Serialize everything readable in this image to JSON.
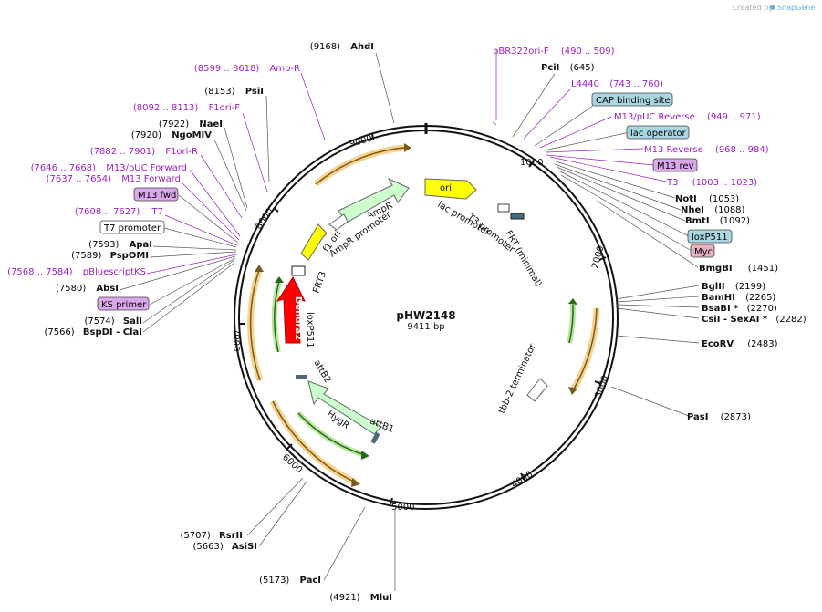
{
  "credit": {
    "text": "Created by",
    "brand": "SnapGene"
  },
  "plasmid": {
    "name": "pHW2148",
    "size_label": "9411 bp"
  },
  "ticks": [
    {
      "label": "1000"
    },
    {
      "label": "2000"
    },
    {
      "label": "3000"
    },
    {
      "label": "4000"
    },
    {
      "label": "5000"
    },
    {
      "label": "6000"
    },
    {
      "label": "7000"
    },
    {
      "label": "8000"
    },
    {
      "label": "9000"
    }
  ],
  "right_labels": [
    {
      "kind": "primer",
      "range": "(490 .. 509)",
      "name": "pBR322ori-F"
    },
    {
      "kind": "enzyme",
      "name": "PciI",
      "pos": "(645)"
    },
    {
      "kind": "primer",
      "range": "(743 .. 760)",
      "name": "L4440"
    },
    {
      "kind": "box",
      "name": "CAP binding site",
      "color": "#a9d6e0"
    },
    {
      "kind": "primer",
      "range": "(949 .. 971)",
      "name": "M13/pUC Reverse"
    },
    {
      "kind": "box",
      "name": "lac operator",
      "color": "#a9d6e0"
    },
    {
      "kind": "primer",
      "range": "(968 .. 984)",
      "name": "M13 Reverse"
    },
    {
      "kind": "box",
      "name": "M13 rev",
      "color": "#d9a8ec"
    },
    {
      "kind": "primer",
      "range": "(1003 .. 1023)",
      "name": "T3"
    },
    {
      "kind": "enzyme",
      "name": "NotI",
      "pos": "(1053)"
    },
    {
      "kind": "enzyme",
      "name": "NheI",
      "pos": "(1088)"
    },
    {
      "kind": "enzyme",
      "name": "BmtI",
      "pos": "(1092)"
    },
    {
      "kind": "box",
      "name": "loxP511",
      "color": "#a9d6e0"
    },
    {
      "kind": "box",
      "name": "Myc",
      "color": "#e8b0c0"
    },
    {
      "kind": "enzyme",
      "name": "BmgBI",
      "pos": "(1451)"
    },
    {
      "kind": "enzyme",
      "name": "BglII",
      "pos": "(2199)"
    },
    {
      "kind": "enzyme",
      "name": "BamHI",
      "pos": "(2265)"
    },
    {
      "kind": "enzyme",
      "name": "BsaBI *",
      "pos": "(2270)"
    },
    {
      "kind": "enzyme",
      "name": "CsiI - SexAI *",
      "pos": "(2282)"
    },
    {
      "kind": "enzyme",
      "name": "EcoRV",
      "pos": "(2483)"
    },
    {
      "kind": "enzyme",
      "name": "PasI",
      "pos": "(2873)"
    }
  ],
  "left_labels": [
    {
      "kind": "enzyme",
      "name": "AhdI",
      "pos": "(9168)"
    },
    {
      "kind": "primer",
      "range": "(8599 .. 8618)",
      "name": "Amp-R"
    },
    {
      "kind": "enzyme",
      "name": "PsiI",
      "pos": "(8153)"
    },
    {
      "kind": "primer",
      "range": "(8092 .. 8113)",
      "name": "F1ori-F"
    },
    {
      "kind": "enzyme",
      "name": "NaeI",
      "pos": "(7922)"
    },
    {
      "kind": "enzyme",
      "name": "NgoMIV",
      "pos": "(7920)"
    },
    {
      "kind": "primer",
      "range": "(7882 .. 7901)",
      "name": "F1ori-R"
    },
    {
      "kind": "primer",
      "range": "(7646 .. 7668)",
      "name": "M13/pUC Forward"
    },
    {
      "kind": "primer",
      "range": "(7637 .. 7654)",
      "name": "M13 Forward"
    },
    {
      "kind": "box",
      "name": "M13 fwd",
      "color": "#d9a8ec"
    },
    {
      "kind": "primer",
      "range": "(7608 .. 7627)",
      "name": "T7"
    },
    {
      "kind": "box",
      "name": "T7 promoter",
      "color": "#ffffff"
    },
    {
      "kind": "enzyme",
      "name": "ApaI",
      "pos": "(7593)"
    },
    {
      "kind": "enzyme",
      "name": "PspOMI",
      "pos": "(7589)"
    },
    {
      "kind": "primer",
      "range": "(7568 .. 7584)",
      "name": "pBluescriptKS"
    },
    {
      "kind": "enzyme",
      "name": "AbsI",
      "pos": "(7580)"
    },
    {
      "kind": "box",
      "name": "KS primer",
      "color": "#d9a8ec"
    },
    {
      "kind": "enzyme",
      "name": "SalI",
      "pos": "(7574)"
    },
    {
      "kind": "enzyme",
      "name": "BspDI - ClaI",
      "pos": "(7566)"
    }
  ],
  "bottom_labels": [
    {
      "kind": "enzyme",
      "name": "RsrII",
      "pos": "(5707)"
    },
    {
      "kind": "enzyme",
      "name": "AsiSI",
      "pos": "(5663)"
    },
    {
      "kind": "enzyme",
      "name": "PacI",
      "pos": "(5173)"
    },
    {
      "kind": "enzyme",
      "name": "MluI",
      "pos": "(4921)"
    }
  ],
  "features": [
    {
      "name": "ori",
      "color": "#ffff00"
    },
    {
      "name": "AmpR",
      "color": "#ccffcc"
    },
    {
      "name": "AmpR promoter",
      "color": "#ffffff"
    },
    {
      "name": "f1 ori",
      "color": "#ffff00"
    },
    {
      "name": "lac promoter",
      "color": "#ffffff"
    },
    {
      "name": "T3 promoter",
      "color": "#ffffff"
    },
    {
      "name": "FRT (minimal)",
      "color": "#ffffff"
    },
    {
      "name": "FRT3",
      "color": "#ffffff"
    },
    {
      "name": "loxP511",
      "color": "#ffffff"
    },
    {
      "name": "Dendra2",
      "color": "#ff0000"
    },
    {
      "name": "attB2",
      "color": "#ffffff"
    },
    {
      "name": "HygR",
      "color": "#ccffcc"
    },
    {
      "name": "attB1",
      "color": "#ffffff"
    },
    {
      "name": "tbb-2 terminator",
      "color": "#ffffff"
    }
  ],
  "colors": {
    "backbone": "#111111",
    "primer": "#9b1fc4",
    "orf_orange": "#f0b45a",
    "orf_green": "#4c9a2a"
  }
}
